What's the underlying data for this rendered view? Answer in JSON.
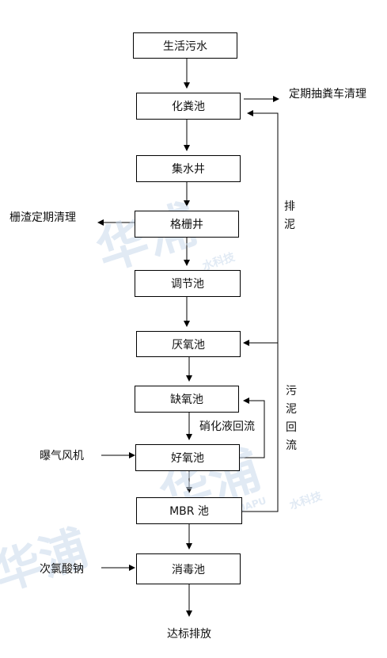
{
  "nodes": {
    "domestic_sewage": "生活污水",
    "septic_tank": "化粪池",
    "sump": "集水井",
    "screen_well": "格栅井",
    "regulating_tank": "调节池",
    "anaerobic_tank": "厌氧池",
    "anoxic_tank": "缺氧池",
    "aerobic_tank": "好氧池",
    "mbr_tank": "MBR 池",
    "disinfection_tank": "消毒池"
  },
  "labels": {
    "septic_cleaning": "定期抽粪车清理",
    "screenings_cleaning": "栅渣定期清理",
    "sludge_discharge": "排泥",
    "nitrate_reflux": "硝化液回流",
    "blower": "曝气风机",
    "hypochlorite": "次氯酸钠",
    "sludge_return": "污泥回流",
    "discharge": "达标排放"
  },
  "watermark": {
    "brand": "华浦",
    "sub": "水科技",
    "latin": "HUAPU"
  }
}
